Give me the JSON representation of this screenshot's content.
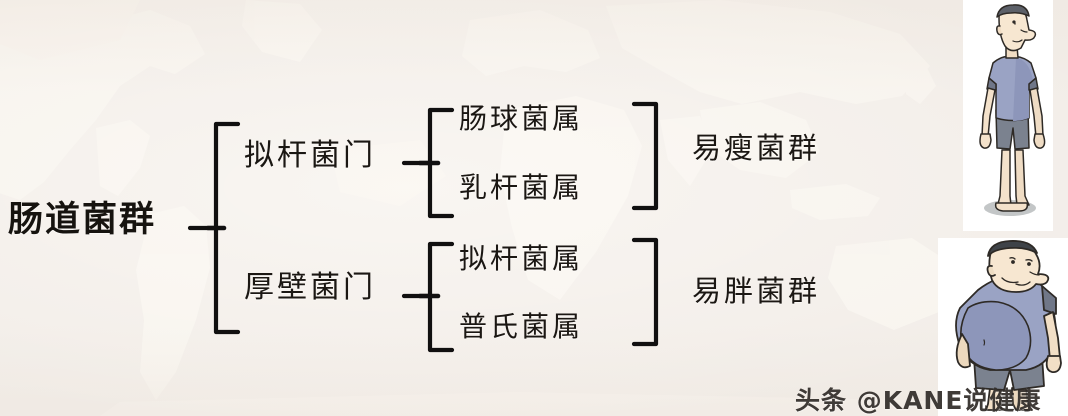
{
  "diagram": {
    "root": {
      "label": "肠道菌群"
    },
    "branches": [
      {
        "phylum": "拟杆菌门",
        "genera": [
          "肠球菌属",
          "乳杆菌属"
        ],
        "group_label": "易瘦菌群",
        "illustration": "thin-man-illustration"
      },
      {
        "phylum": "厚壁菌门",
        "genera": [
          "拟杆菌属",
          "普氏菌属"
        ],
        "group_label": "易胖菌群",
        "illustration": "fat-man-illustration"
      }
    ]
  },
  "watermark": {
    "text": "头条 @KANE说健康"
  },
  "colors": {
    "background": "#f2ede8",
    "map_land": "#f7f2ec",
    "ink": "#16130f",
    "panel": "#ffffff",
    "shirt": "#9aa3c4",
    "shorts": "#79808d",
    "skin": "#f6e3cd"
  }
}
